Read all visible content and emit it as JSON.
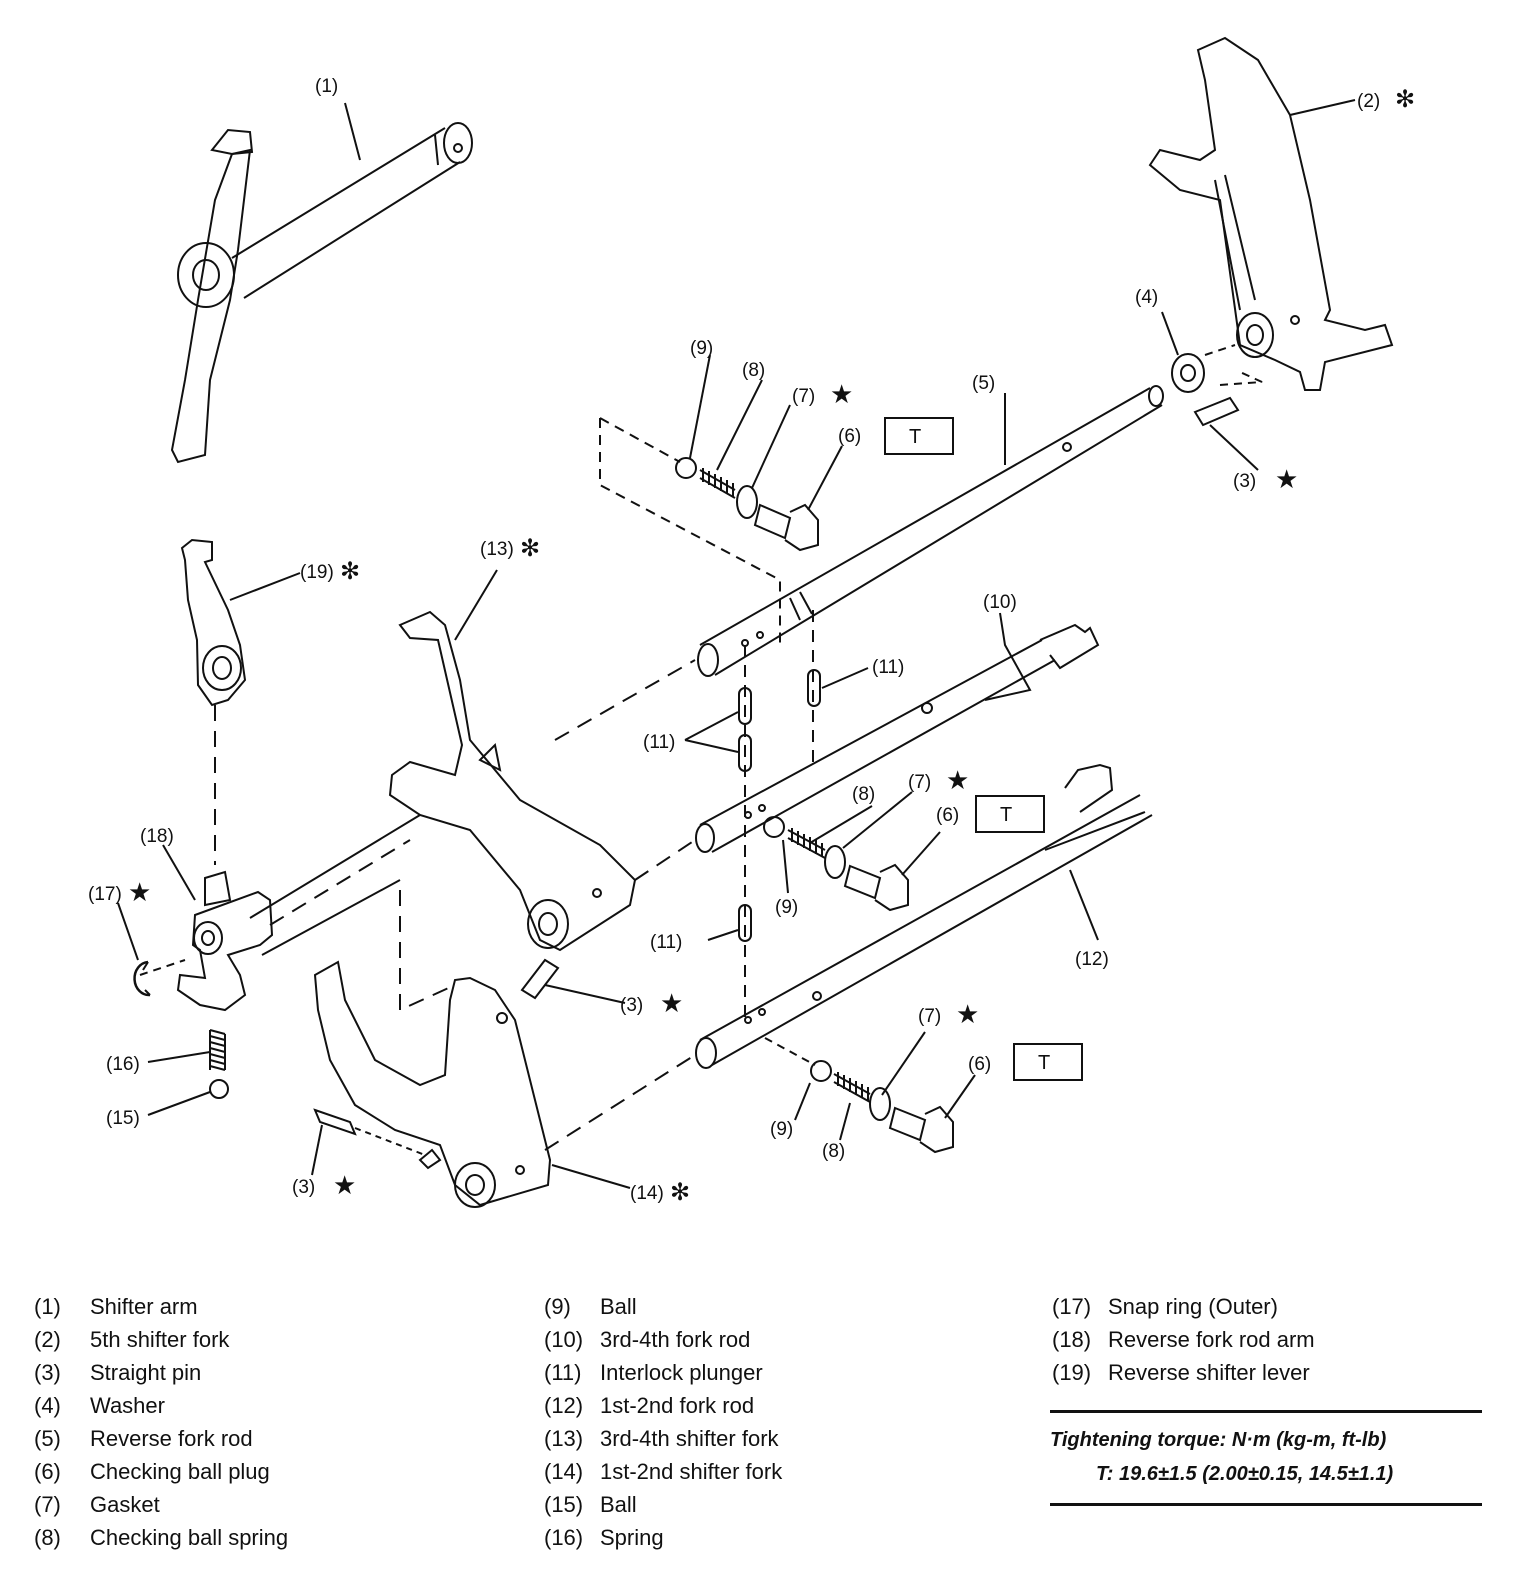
{
  "diagram": {
    "callouts": {
      "c1": "(1)",
      "c2": "(2)",
      "c3a": "(3)",
      "c3b": "(3)",
      "c3c": "(3)",
      "c4": "(4)",
      "c5": "(5)",
      "c6a": "(6)",
      "c6b": "(6)",
      "c6c": "(6)",
      "c7a": "(7)",
      "c7b": "(7)",
      "c7c": "(7)",
      "c8a": "(8)",
      "c8b": "(8)",
      "c8c": "(8)",
      "c9a": "(9)",
      "c9b": "(9)",
      "c9c": "(9)",
      "c10": "(10)",
      "c11a": "(11)",
      "c11b": "(11)",
      "c11c": "(11)",
      "c12": "(12)",
      "c13": "(13)",
      "c14": "(14)",
      "c15": "(15)",
      "c16": "(16)",
      "c17": "(17)",
      "c18": "(18)",
      "c19": "(19)"
    },
    "star_symbol": "★",
    "asterisk_symbol": "✻",
    "torque_box_label": "T"
  },
  "legend": {
    "col1": [
      {
        "num": "(1)",
        "name": "Shifter arm"
      },
      {
        "num": "(2)",
        "name": "5th shifter fork"
      },
      {
        "num": "(3)",
        "name": "Straight pin"
      },
      {
        "num": "(4)",
        "name": "Washer"
      },
      {
        "num": "(5)",
        "name": "Reverse fork rod"
      },
      {
        "num": "(6)",
        "name": "Checking ball plug"
      },
      {
        "num": "(7)",
        "name": "Gasket"
      },
      {
        "num": "(8)",
        "name": "Checking ball spring"
      }
    ],
    "col2": [
      {
        "num": "(9)",
        "name": "Ball"
      },
      {
        "num": "(10)",
        "name": "3rd-4th fork rod"
      },
      {
        "num": "(11)",
        "name": "Interlock plunger"
      },
      {
        "num": "(12)",
        "name": "1st-2nd fork rod"
      },
      {
        "num": "(13)",
        "name": "3rd-4th shifter fork"
      },
      {
        "num": "(14)",
        "name": "1st-2nd shifter fork"
      },
      {
        "num": "(15)",
        "name": "Ball"
      },
      {
        "num": "(16)",
        "name": "Spring"
      }
    ],
    "col3": [
      {
        "num": "(17)",
        "name": "Snap ring (Outer)"
      },
      {
        "num": "(18)",
        "name": "Reverse fork rod arm"
      },
      {
        "num": "(19)",
        "name": "Reverse shifter lever"
      }
    ]
  },
  "torque": {
    "heading": "Tightening torque: N·m (kg-m, ft-lb)",
    "spec": "T: 19.6±1.5 (2.00±0.15, 14.5±1.1)"
  }
}
